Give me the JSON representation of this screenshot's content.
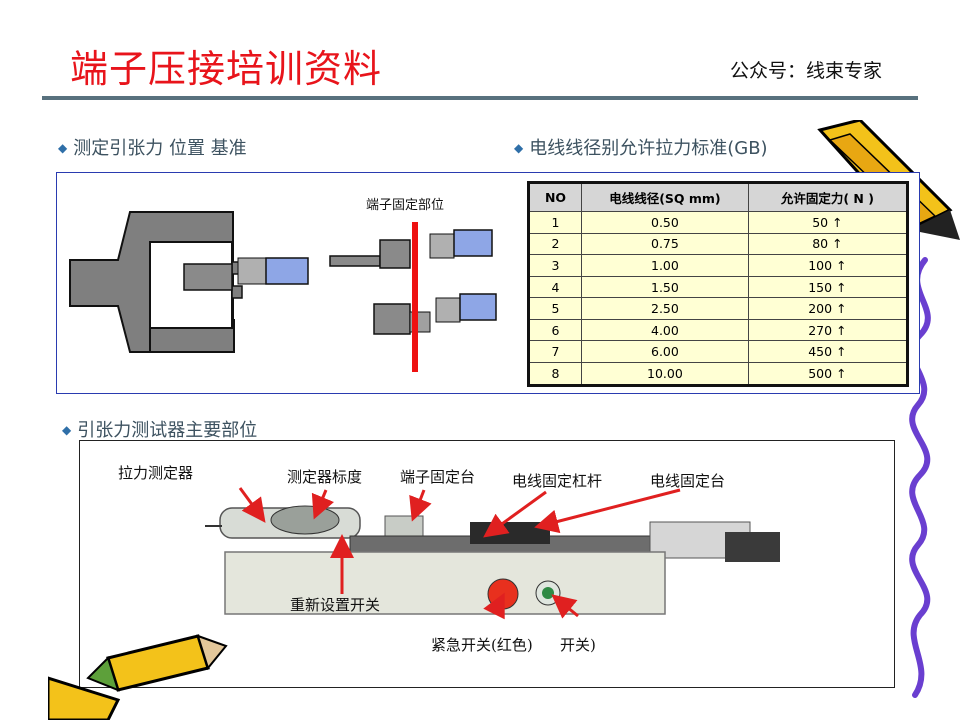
{
  "header": {
    "title": "端子压接培训资料",
    "subtitle": "公众号：线束专家"
  },
  "section1": {
    "left_heading": "测定引张力 位置 基准",
    "right_heading": "电线线径别允许拉力标准(GB)",
    "fixing_label": "端子固定部位"
  },
  "standard_table": {
    "headers": [
      "NO",
      "电线线径(SQ mm)",
      "允许固定力( N )"
    ],
    "rows": [
      [
        "1",
        "0.50",
        "50 ↑"
      ],
      [
        "2",
        "0.75",
        "80 ↑"
      ],
      [
        "3",
        "1.00",
        "100 ↑"
      ],
      [
        "4",
        "1.50",
        "150 ↑"
      ],
      [
        "5",
        "2.50",
        "200 ↑"
      ],
      [
        "6",
        "4.00",
        "270 ↑"
      ],
      [
        "7",
        "6.00",
        "450 ↑"
      ],
      [
        "8",
        "10.00",
        "500 ↑"
      ]
    ]
  },
  "section2": {
    "heading": "引张力测试器主要部位",
    "labels": {
      "gauge": "拉力测定器",
      "scale": "测定器标度",
      "terminal_holder": "端子固定台",
      "wire_lever": "电线固定杠杆",
      "wire_holder": "电线固定台",
      "reset_switch": "重新设置开关",
      "emergency_switch": "紧急开关(红色)",
      "switch": "开关)"
    }
  },
  "colors": {
    "title": "#e8141b",
    "rule": "#58717e",
    "panel_border": "#2a3bb0",
    "table_fill": "#ffffd4",
    "arrow": "#e02020",
    "squiggle": "#6a3fd0"
  },
  "icons": [
    "pencil-icon",
    "diamond-bullet-icon"
  ]
}
